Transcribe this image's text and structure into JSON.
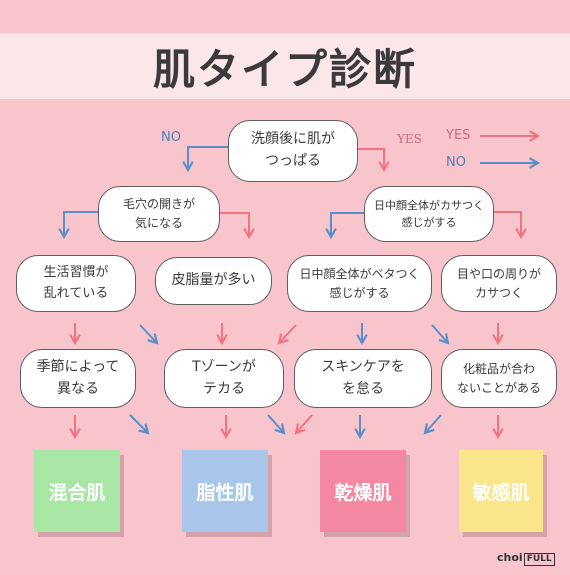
{
  "title": "肌タイプ診断",
  "legend": {
    "yes_label": "YES",
    "no_label": "NO",
    "yes_color": "#f0737f",
    "no_color": "#5b8ec9"
  },
  "branch_labels": {
    "no": "NO",
    "yes": "YES"
  },
  "questions": {
    "q1": "洗顔後に肌が\nつっぱる",
    "q2": "毛穴の開きが\n気になる",
    "q3": "日中顔全体がカサつく\n感じがする",
    "q4": "生活習慣が\n乱れている",
    "q5": "皮脂量が多い",
    "q6": "日中顔全体がベタつく\n感じがする",
    "q7": "目や口の周りが\nカサつく",
    "q8": "季節によって\n異なる",
    "q9": "Tゾーンが\nテカる",
    "q10": "スキンケアを\nを怠る",
    "q11": "化粧品が合わ\nないことがある"
  },
  "results": {
    "combination": {
      "label": "混合肌",
      "color": "#a8e6a3"
    },
    "oily": {
      "label": "脂性肌",
      "color": "#a9c6ea"
    },
    "dry": {
      "label": "乾燥肌",
      "color": "#f487a1"
    },
    "sensitive": {
      "label": "敏感肌",
      "color": "#fbe58a"
    }
  },
  "brand": {
    "main": "choi",
    "box": "FULL"
  }
}
